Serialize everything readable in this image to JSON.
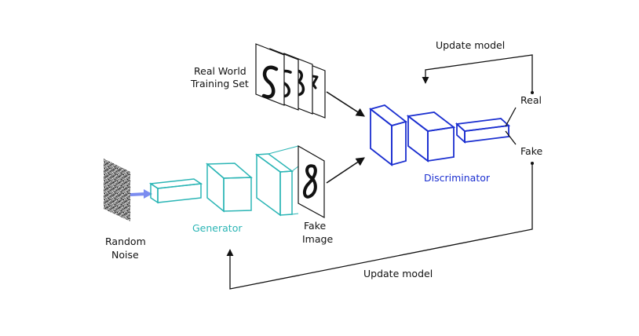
{
  "labels": {
    "real_world_line1": "Real World",
    "real_world_line2": "Training Set",
    "random_line1": "Random",
    "random_line2": "Noise",
    "generator": "Generator",
    "fake_image_line1": "Fake",
    "fake_image_line2": "Image",
    "discriminator": "Discriminator",
    "real": "Real",
    "fake": "Fake",
    "update_model_top": "Update model",
    "update_model_bottom": "Update model"
  },
  "colors": {
    "generator": "#2bb5b5",
    "discriminator": "#1b2fd0",
    "noise_arrow": "#7b8cf0",
    "text": "#111111"
  }
}
